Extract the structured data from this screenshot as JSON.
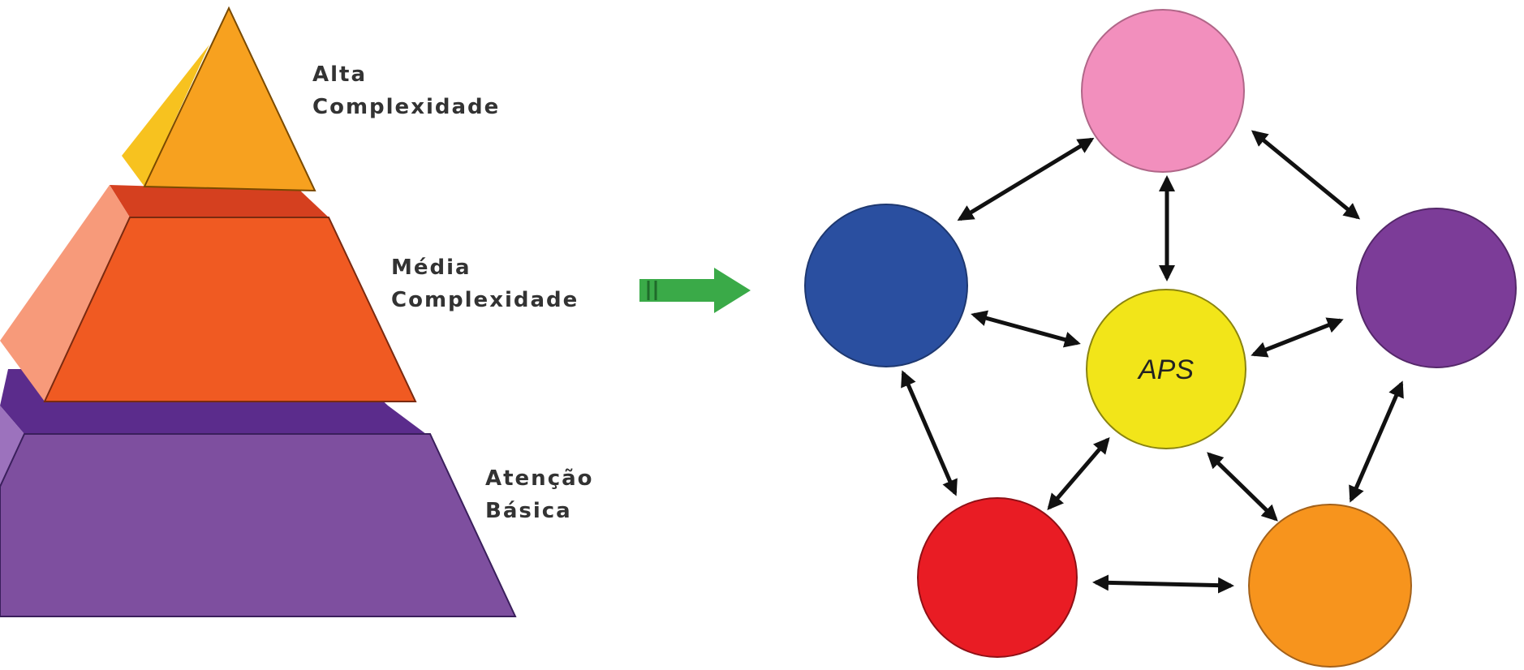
{
  "pyramid": {
    "top_label": [
      "Alta",
      "Complexidade"
    ],
    "middle_label": [
      "Média",
      "Complexidade"
    ],
    "bottom_label": [
      "Atenção",
      "Básica"
    ],
    "colors": {
      "top_front": "#F7A11F",
      "top_side": "#F7C21F",
      "middle_front": "#F05A22",
      "middle_side": "#F79A7A",
      "middle_top": "#D5401F",
      "bottom_front": "#7E4F9F",
      "bottom_side": "#9C72BD",
      "bottom_top": "#5B2C8C"
    }
  },
  "arrow": {
    "color": "#3AAA48"
  },
  "network": {
    "center": {
      "label": "APS",
      "color": "#F2E519"
    },
    "nodes": [
      {
        "id": "pink",
        "color": "#F28FBD"
      },
      {
        "id": "blue",
        "color": "#2A4FA0"
      },
      {
        "id": "purple",
        "color": "#7C3C98"
      },
      {
        "id": "red",
        "color": "#E91C24"
      },
      {
        "id": "orange",
        "color": "#F7941D"
      }
    ]
  }
}
